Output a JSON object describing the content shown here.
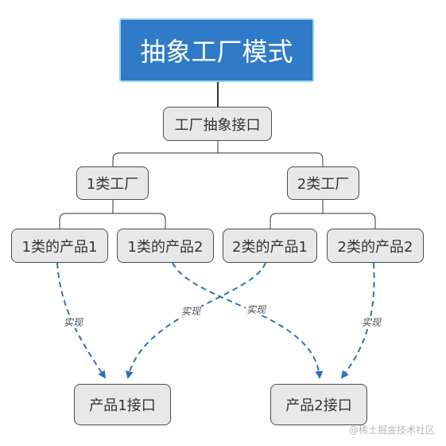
{
  "diagram": {
    "title": "抽象工厂模式",
    "interface": "工厂抽象接口",
    "factories": [
      "1类工厂",
      "2类工厂"
    ],
    "products": [
      "1类的产品1",
      "1类的产品2",
      "2类的产品1",
      "2类的产品2"
    ],
    "product_interfaces": [
      "产品1接口",
      "产品2接口"
    ],
    "relation_label": "实现"
  },
  "watermark": "@稀土掘金技术社区",
  "colors": {
    "title_fill": "#2f7bc7",
    "title_border": "#8fd3f2",
    "node_fill": "#e8e8e8",
    "dashed_arrow": "#2f72b8"
  }
}
